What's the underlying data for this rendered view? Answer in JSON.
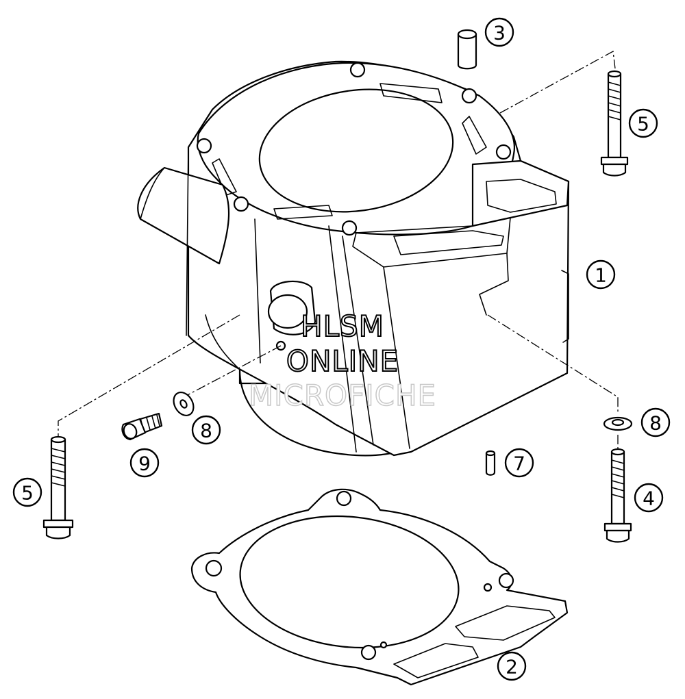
{
  "watermark": {
    "line1": "HLSM",
    "line2": "ONLINE",
    "line3": "MICROFICHE"
  },
  "callouts": {
    "c1": "1",
    "c2": "2",
    "c3": "3",
    "c4": "4",
    "c5a": "5",
    "c5b": "5",
    "c7": "7",
    "c8a": "8",
    "c8b": "8",
    "c9": "9"
  }
}
